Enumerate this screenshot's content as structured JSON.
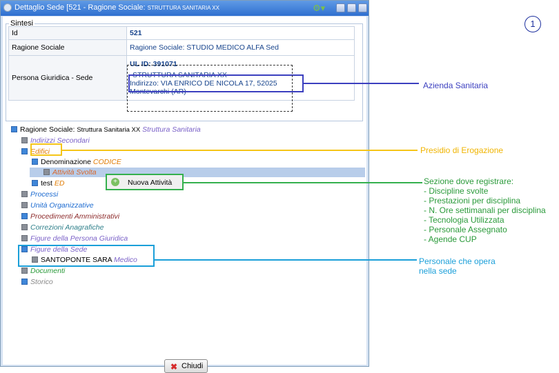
{
  "window": {
    "title": "Dettaglio Sede [521 - Ragione Sociale:",
    "title_small": "STRUTTURA SANITARIA XX",
    "gear_icon": "gear-icon",
    "buttons": [
      "minimize-icon",
      "maximize-icon",
      "close-icon"
    ]
  },
  "sintesi": {
    "legend": "Sintesi",
    "rows": [
      {
        "key": "Id",
        "value": "521"
      },
      {
        "key": "Ragione Sociale",
        "value": "Ragione Sociale: STUDIO MEDICO ALFA Sed"
      },
      {
        "key": "Persona Giuridica - Sede",
        "ul_id": "UL ID: 391071",
        "struttura": "STRUTTURA SANITARIA XX",
        "indirizzo": "Indirizzo: VIA ENRICO DE NICOLA 17, 52025",
        "citta": "Montevarchi (AR)"
      }
    ]
  },
  "tree": {
    "root_label": "Ragione Sociale:",
    "root_name": "Struttura Sanitaria XX",
    "root_type": "Struttura Sanitaria",
    "indirizzi": "Indirizzi Secondari",
    "edifici": "Edifici",
    "denominazione": "Denominazione",
    "codice": "CODICE",
    "attivita": "Attività Svolta",
    "test": "test",
    "ed": "ED",
    "processi": "Processi",
    "unita": "Unità Organizzative",
    "procedimenti": "Procedimenti Amministrativi",
    "correzioni": "Correzioni Anagrafiche",
    "figure_pg": "Figure della Persona Giuridica",
    "figure_sede": "Figure della Sede",
    "persona": "SANTOPONTE SARA",
    "ruolo": "Medico",
    "documenti": "Documenti",
    "storico": "Storico"
  },
  "context_menu": {
    "item": "Nuova Attività"
  },
  "close_button": "Chiudi",
  "annotations": {
    "number": "1",
    "azienda": "Azienda Sanitaria",
    "presidio": "Presidio di Erogazione",
    "sezione_title": "Sezione dove registrare:",
    "sezione_items": [
      "- Discipline svolte",
      "- Prestazioni per disciplina",
      "- N. Ore settimanali per disciplina",
      "- Tecnologia Utilizzata",
      "- Personale Assegnato",
      "- Agende CUP"
    ],
    "personale_1": "Personale che opera",
    "personale_2": "nella sede"
  },
  "colors": {
    "azienda": "#3b3fbf",
    "presidio": "#f5c518",
    "sezione": "#34b04d",
    "personale": "#1a9fd9"
  }
}
